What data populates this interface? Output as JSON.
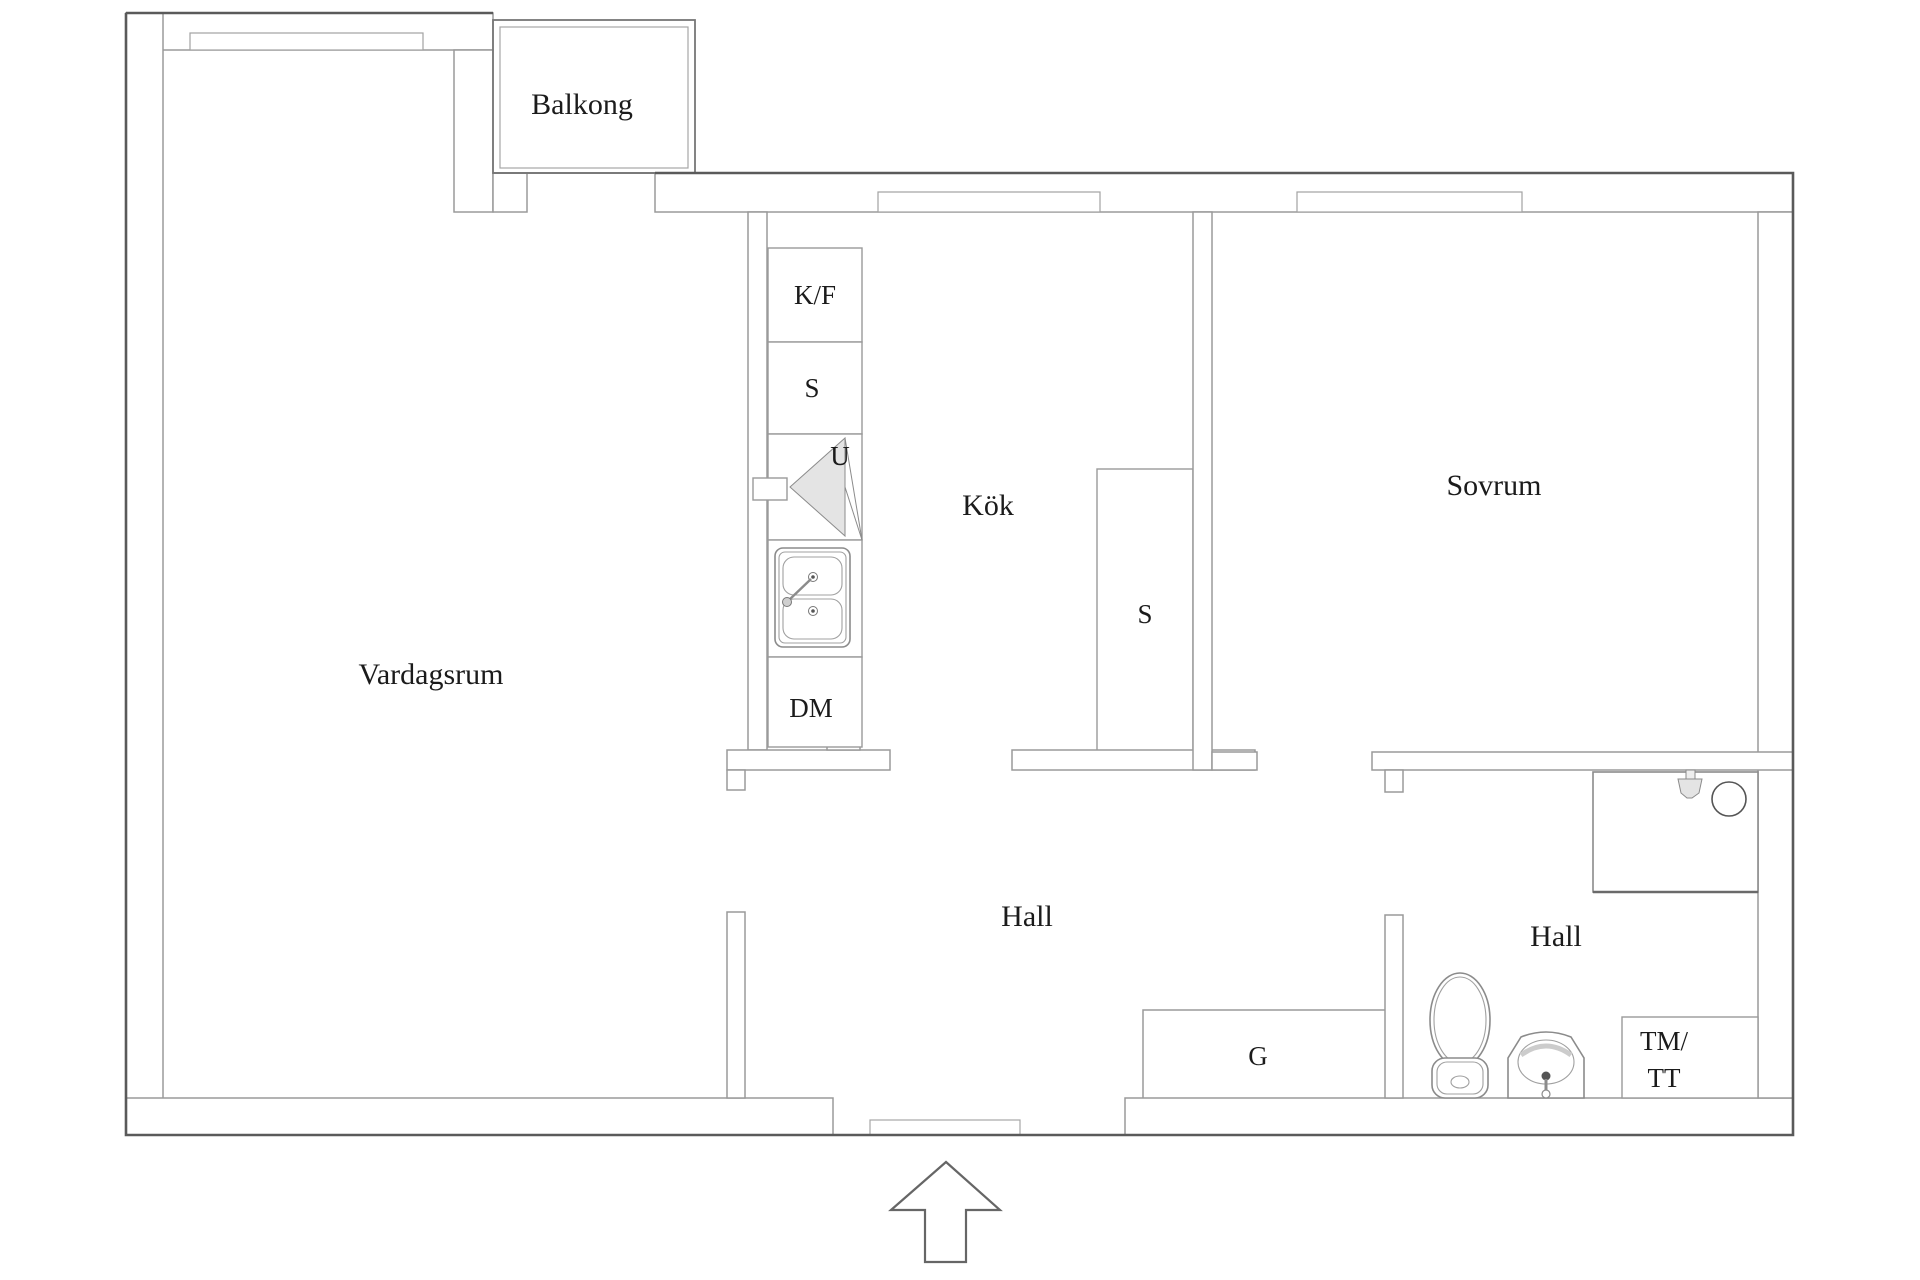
{
  "floorplan": {
    "type": "apartment-floor-plan",
    "rooms": {
      "balkong": {
        "label": "Balkong"
      },
      "vardagsrum": {
        "label": "Vardagsrum"
      },
      "kok": {
        "label": "Kök"
      },
      "sovrum": {
        "label": "Sovrum"
      },
      "hall_center": {
        "label": "Hall"
      },
      "hall_right": {
        "label": "Hall"
      }
    },
    "fixtures": {
      "kf": {
        "label": "K/F"
      },
      "s_kitchen": {
        "label": "S"
      },
      "u": {
        "label": "U"
      },
      "dm": {
        "label": "DM"
      },
      "s_closet": {
        "label": "S"
      },
      "g": {
        "label": "G"
      },
      "tmtt": {
        "line1": "TM/",
        "line2": "TT"
      }
    },
    "colors": {
      "background": "#ffffff",
      "wall_fill": "#ffffff",
      "wall_line": "#9a9a9a",
      "outer_boundary": "#5a5a5a",
      "balcony_line": "#777777",
      "text": "#1b1b1b",
      "appliance_gray": "#e4e4e4"
    }
  }
}
